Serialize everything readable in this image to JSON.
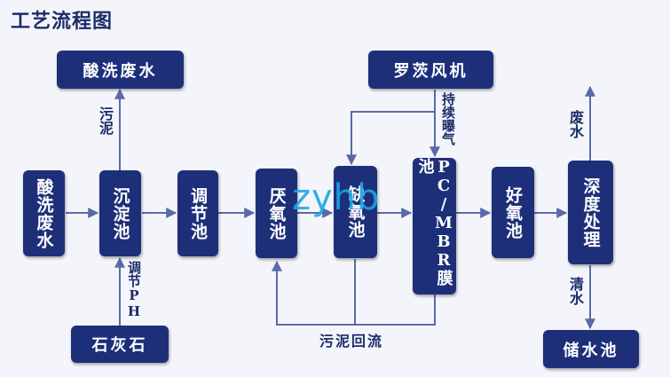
{
  "title": "工艺流程图",
  "nodes": {
    "acid_waste_top": "酸洗废水",
    "blower": "罗茨风机",
    "acid_waste_left": "酸洗废水",
    "settling_tank": "沉淀池",
    "regulating_tank": "调节池",
    "anaerobic_tank": "厌氧池",
    "anoxic_tank": "缺氧池",
    "pc_mbr_tank": "PC/MBR膜池",
    "aerobic_tank": "好氧池",
    "advanced_treatment": "深度处理",
    "limestone": "石灰石",
    "storage_tank": "储水池"
  },
  "labels": {
    "sludge": "污泥",
    "adjust_ph": "调节PH",
    "continuous_aeration": "持续曝气",
    "sludge_return": "污泥回流",
    "waste_water": "废水",
    "clean_water": "清水"
  },
  "watermark": "zyhb",
  "colors": {
    "box": "#1e2f7a",
    "line": "#5a6aa8",
    "arrow": "#5a6aa8",
    "text": "#1b2c68",
    "watermark": "#1aa7e8"
  }
}
